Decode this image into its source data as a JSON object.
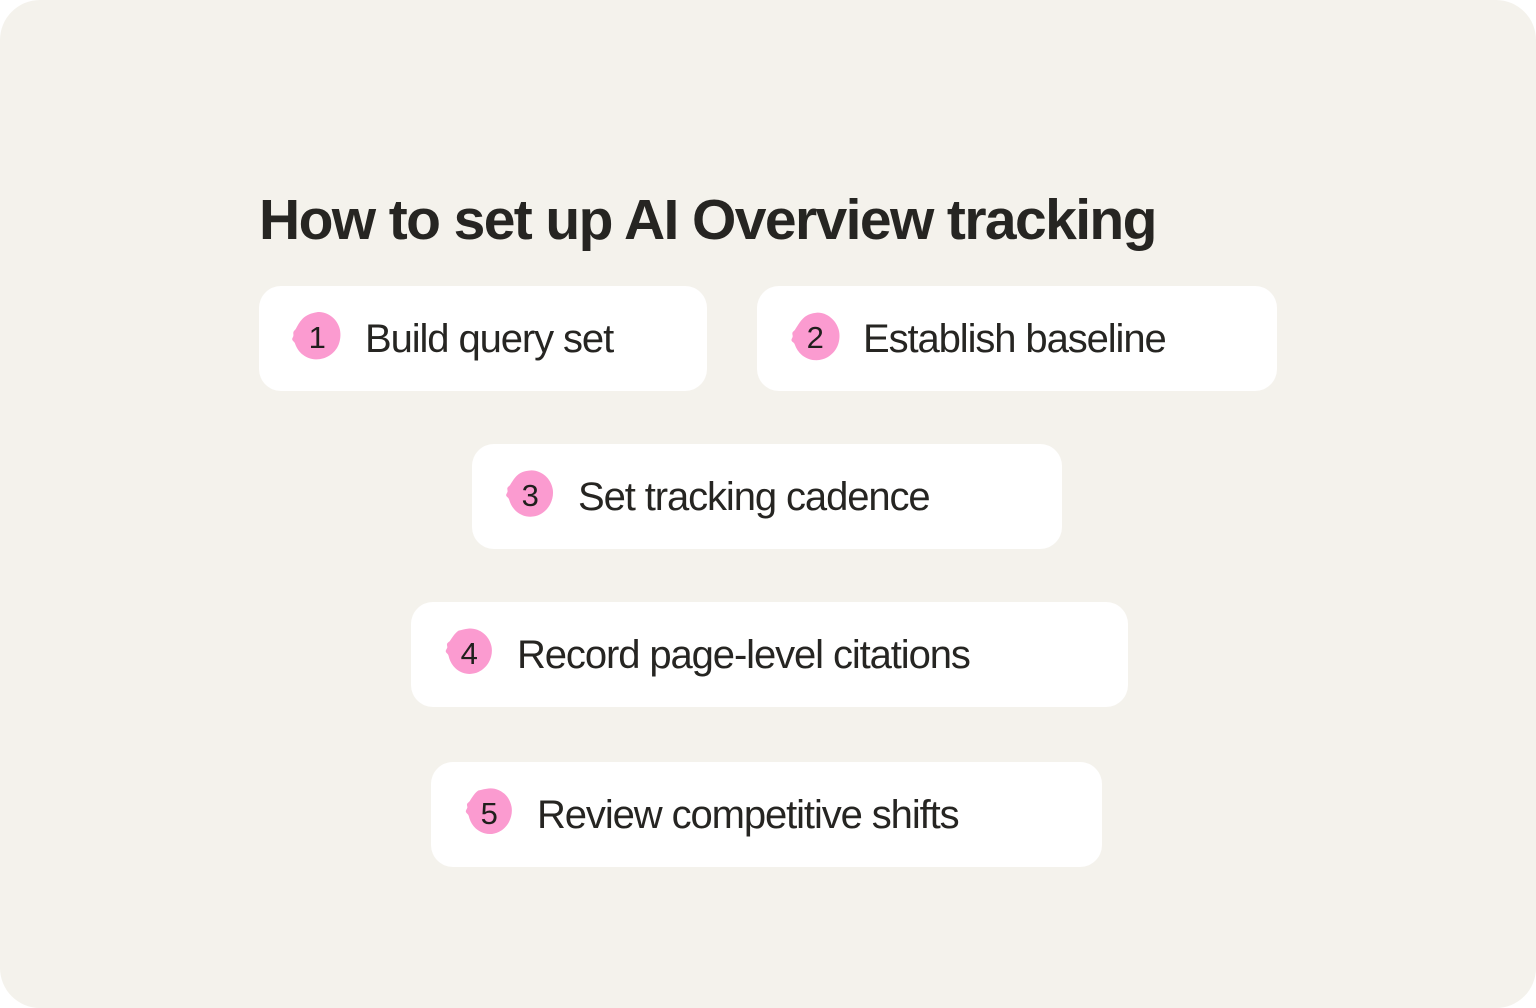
{
  "page": {
    "background_color": "#f4f2ec",
    "card_color": "#ffffff",
    "accent_color": "#fb9bd0",
    "text_color": "#262522"
  },
  "header": {
    "title": "How to set up AI Overview tracking"
  },
  "steps": [
    {
      "number": "1",
      "label": "Build query set"
    },
    {
      "number": "2",
      "label": "Establish baseline"
    },
    {
      "number": "3",
      "label": "Set tracking cadence"
    },
    {
      "number": "4",
      "label": "Record page-level citations"
    },
    {
      "number": "5",
      "label": "Review competitive shifts"
    }
  ]
}
